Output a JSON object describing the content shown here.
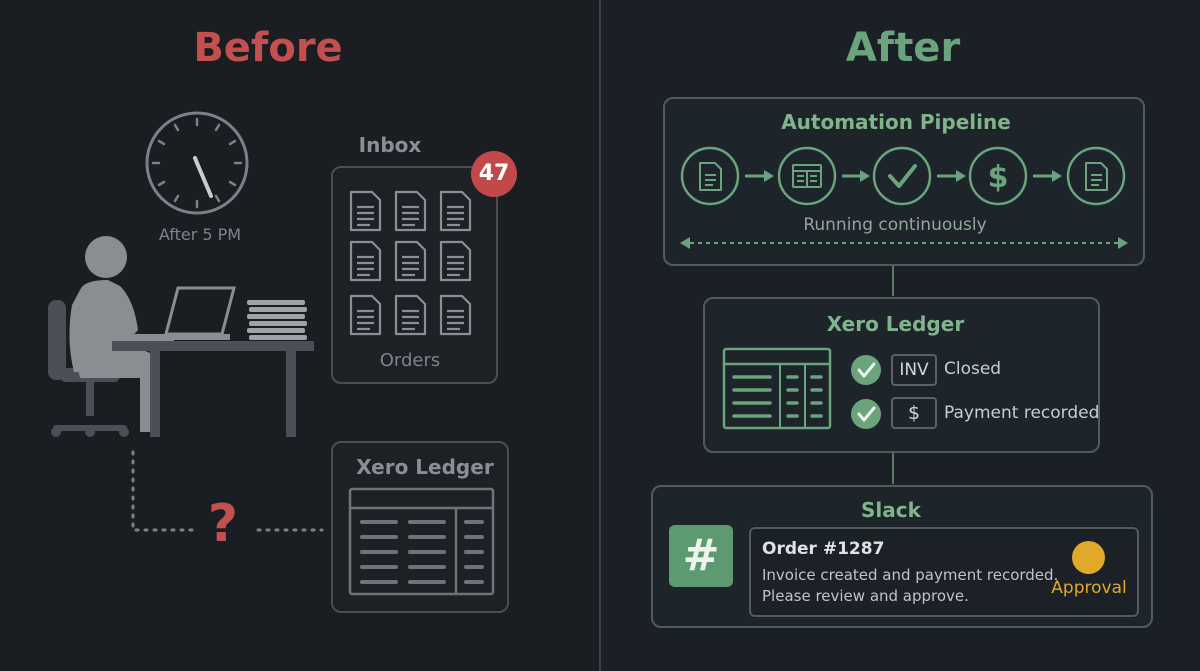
{
  "before": {
    "title": "Before",
    "clock_caption": "After 5 PM",
    "inbox_title": "Inbox",
    "inbox_badge": "47",
    "inbox_caption": "Orders",
    "ledger_title": "Xero Ledger",
    "question_mark": "?"
  },
  "after": {
    "title": "After",
    "pipeline": {
      "title": "Automation Pipeline",
      "caption": "Running continuously",
      "steps": [
        "document-icon",
        "spreadsheet-icon",
        "checkmark-icon",
        "dollar-icon",
        "document-icon"
      ]
    },
    "ledger": {
      "title": "Xero Ledger",
      "rows": [
        {
          "tag": "INV",
          "label": "Closed"
        },
        {
          "tag": "$",
          "label": "Payment recorded"
        }
      ]
    },
    "slack": {
      "title": "Slack",
      "channel_symbol": "#",
      "order": "Order #1287",
      "line1": "Invoice created and payment recorded.",
      "line2": "Please review and approve.",
      "status": "Approval"
    }
  },
  "colors": {
    "before_accent": "#c44f4f",
    "after_accent": "#6aa37c",
    "approval": "#e0a92a",
    "badge": "#c24949"
  }
}
